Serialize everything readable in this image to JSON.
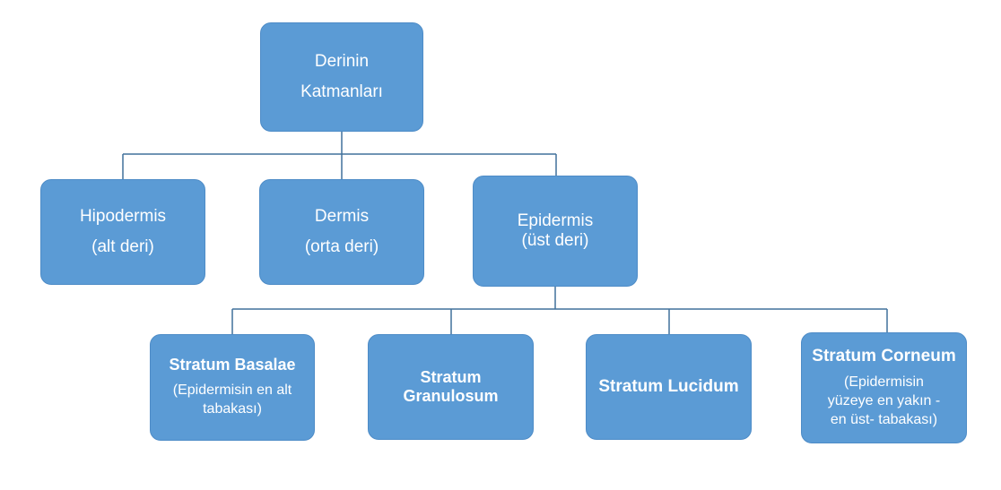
{
  "diagram": {
    "root": {
      "line1": "Derinin",
      "line2": "Katmanları"
    },
    "level2": [
      {
        "name": "Hipodermis",
        "subtitle": "(alt deri)"
      },
      {
        "name": "Dermis",
        "subtitle": "(orta deri)"
      },
      {
        "name": "Epidermis",
        "subtitle": "(üst deri)"
      }
    ],
    "level3": [
      {
        "name": "Stratum Basalae",
        "desc": "(Epidermisin en alt tabakası)"
      },
      {
        "name": "Stratum Granulosum",
        "desc": ""
      },
      {
        "name": "Stratum Lucidum",
        "desc": ""
      },
      {
        "name": "Stratum Corneum",
        "desc": "(Epidermisin yüzeye en yakın - en üst- tabakası)"
      }
    ],
    "colors": {
      "box_fill": "#5B9BD5",
      "box_border": "#4E8CC7",
      "connector": "#41719C",
      "text": "#FFFFFF",
      "background": "#FFFFFF"
    }
  }
}
